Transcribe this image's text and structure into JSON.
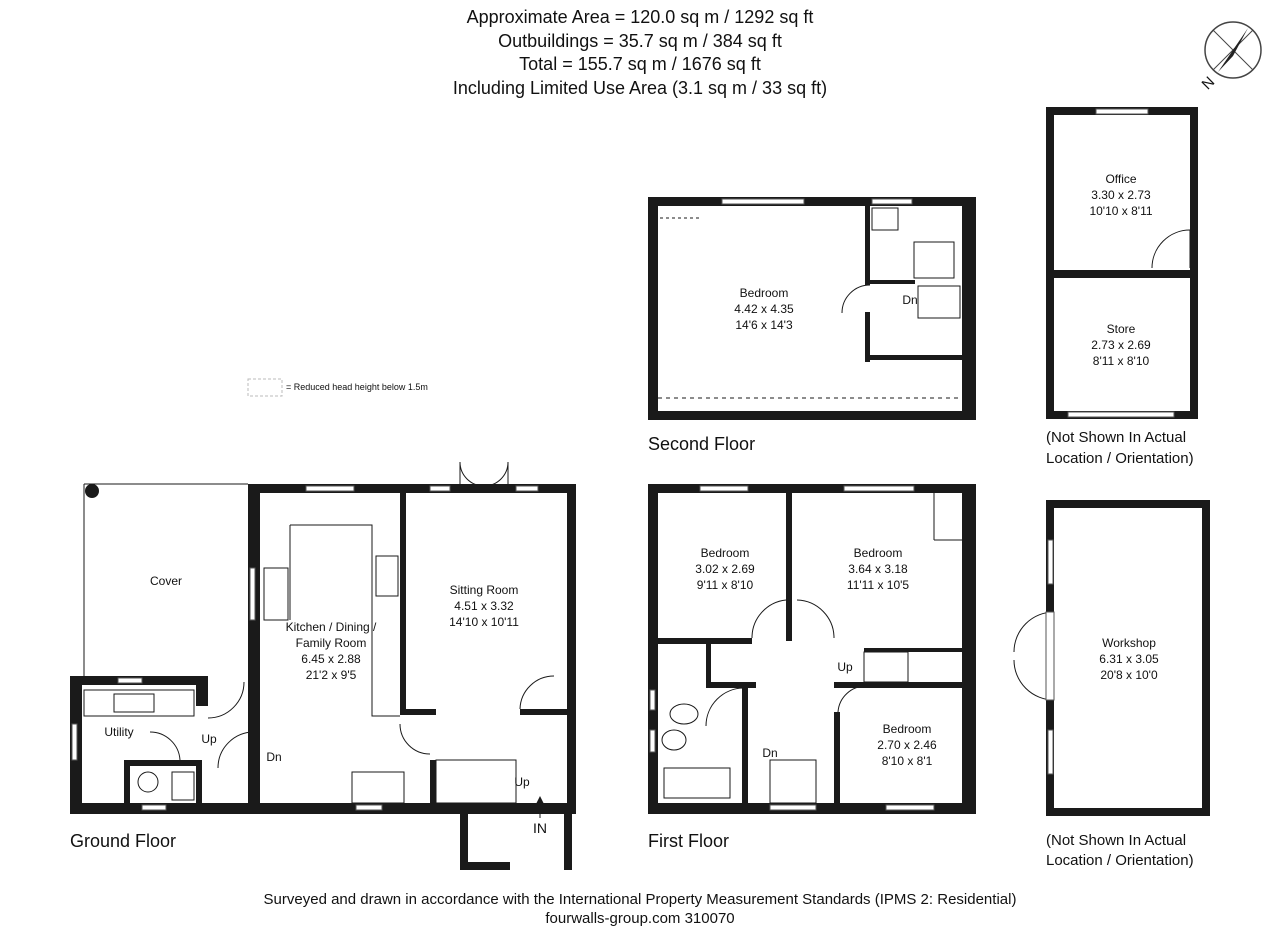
{
  "header": {
    "lines": [
      "Approximate  Area = 120.0 sq m / 1292 sq ft",
      "Outbuildings = 35.7 sq m / 384 sq ft",
      "Total = 155.7 sq m / 1676 sq ft",
      "Including Limited Use Area (3.1 sq m / 33 sq ft)"
    ]
  },
  "compass": {
    "label": "N",
    "icon": "compass-icon"
  },
  "legend": {
    "text": "= Reduced head height below 1.5m"
  },
  "floors": {
    "ground": "Ground Floor",
    "first": "First Floor",
    "second": "Second Floor"
  },
  "rooms": {
    "cover": {
      "name": "Cover"
    },
    "utility": {
      "name": "Utility"
    },
    "kitchen": {
      "l1": "Kitchen / Dining /",
      "l2": "Family Room",
      "metric": "6.45 x 2.88",
      "imperial": "21'2 x 9'5"
    },
    "sitting": {
      "name": "Sitting Room",
      "metric": "4.51 x 3.32",
      "imperial": "14'10 x 10'11"
    },
    "bed2f": {
      "name": "Bedroom",
      "metric": "4.42 x 4.35",
      "imperial": "14'6 x 14'3"
    },
    "bed1a": {
      "name": "Bedroom",
      "metric": "3.02 x 2.69",
      "imperial": "9'11 x 8'10"
    },
    "bed1b": {
      "name": "Bedroom",
      "metric": "3.64 x 3.18",
      "imperial": "11'11 x 10'5"
    },
    "bed1c": {
      "name": "Bedroom",
      "metric": "2.70 x 2.46",
      "imperial": "8'10 x 8'1"
    },
    "office": {
      "name": "Office",
      "metric": "3.30 x 2.73",
      "imperial": "10'10 x 8'11"
    },
    "store": {
      "name": "Store",
      "metric": "2.73 x 2.69",
      "imperial": "8'11 x 8'10"
    },
    "workshop": {
      "name": "Workshop",
      "metric": "6.31 x 3.05",
      "imperial": "20'8 x 10'0"
    }
  },
  "stairs": {
    "up": "Up",
    "dn": "Dn",
    "in": "IN"
  },
  "outbuilding_note": {
    "l1": "(Not Shown In Actual",
    "l2": "Location / Orientation)"
  },
  "footer": {
    "line1": "Surveyed and drawn in accordance with the International Property Measurement Standards (IPMS 2: Residential)",
    "line2": "fourwalls-group.com 310070"
  },
  "colors": {
    "wall": "#1a1a1a",
    "background": "#ffffff"
  }
}
